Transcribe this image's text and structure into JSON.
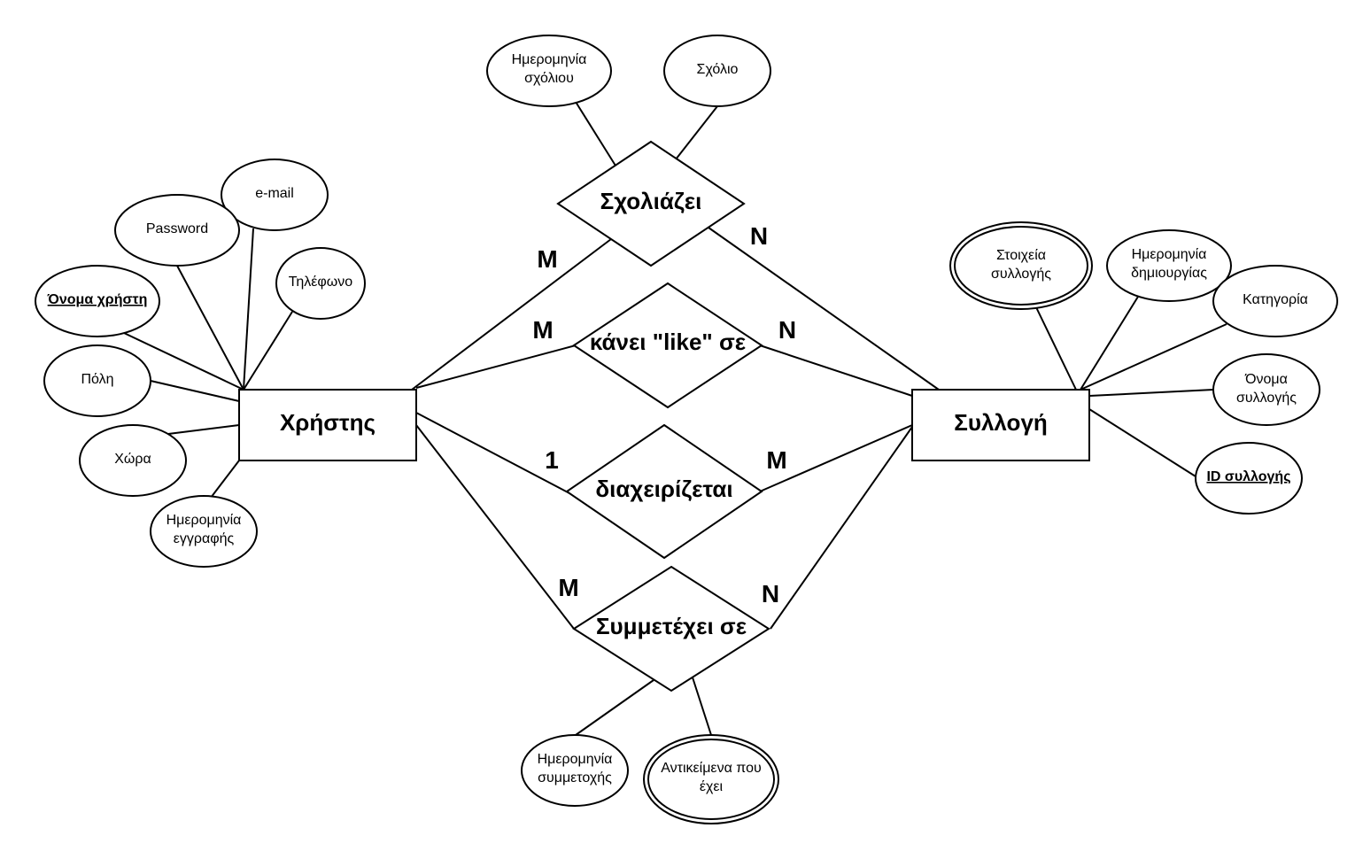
{
  "entities": {
    "user": "Χρήστης",
    "collection": "Συλλογή"
  },
  "relationships": {
    "comments": "Σχολιάζει",
    "likes": "κάνει \"like\" σε",
    "manages": "διαχειρίζεται",
    "participates": "Συμμετέχει σε"
  },
  "cardinalities": {
    "comments_user": "M",
    "comments_collection": "N",
    "likes_user": "M",
    "likes_collection": "N",
    "manages_user": "1",
    "manages_collection": "M",
    "participates_user": "M",
    "participates_collection": "N"
  },
  "user_attributes": {
    "email": "e-mail",
    "password": "Password",
    "phone": "Τηλέφωνο",
    "username": "Όνομα χρήστη",
    "city": "Πόλη",
    "country": "Χώρα",
    "reg_date": [
      "Ημερομηνία",
      "εγγραφής"
    ]
  },
  "collection_attributes": {
    "details": [
      "Στοιχεία",
      "συλλογής"
    ],
    "created": [
      "Ημερομηνία",
      "δημιουργίας"
    ],
    "category": "Κατηγορία",
    "name": [
      "Όνομα",
      "συλλογής"
    ],
    "id": "ID συλλογής"
  },
  "comment_attributes": {
    "date": [
      "Ημερομηνία",
      "σχόλιου"
    ],
    "text": "Σχόλιο"
  },
  "participation_attributes": {
    "date": [
      "Ημερομηνία",
      "συμμετοχής"
    ],
    "items": [
      "Αντικείμενα που",
      "έχει"
    ]
  }
}
